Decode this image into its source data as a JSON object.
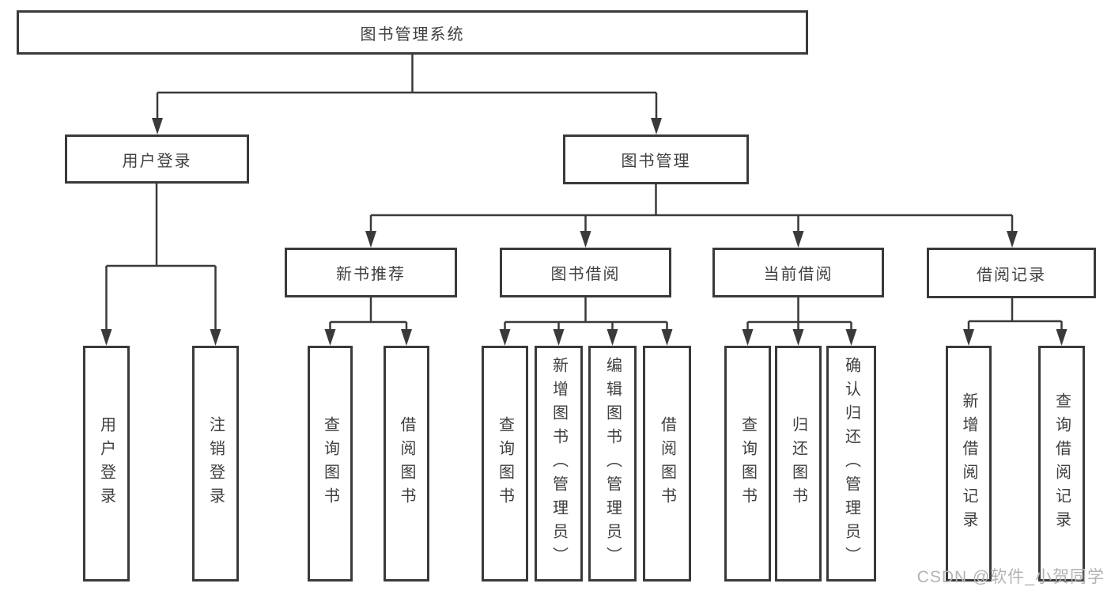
{
  "diagram": {
    "type": "hierarchy-tree",
    "colors": {
      "background": "#ffffff",
      "line": "#3a3a3a",
      "box_fill": "#ffffff",
      "text": "#3f3f3f"
    },
    "nodes": {
      "root": {
        "label": "图书管理系统",
        "level": 1
      },
      "user_login": {
        "label": "用户登录",
        "level": 2,
        "parent": "root"
      },
      "book_mgmt": {
        "label": "图书管理",
        "level": 2,
        "parent": "root"
      },
      "new_book": {
        "label": "新书推荐",
        "level": 3,
        "parent": "book_mgmt"
      },
      "borrow": {
        "label": "图书借阅",
        "level": 3,
        "parent": "book_mgmt"
      },
      "current": {
        "label": "当前借阅",
        "level": 3,
        "parent": "book_mgmt"
      },
      "record": {
        "label": "借阅记录",
        "level": 3,
        "parent": "book_mgmt"
      },
      "leaf_user_login": {
        "label": "用户登录",
        "level": 4,
        "parent": "user_login"
      },
      "leaf_logout": {
        "label": "注销登录",
        "level": 4,
        "parent": "user_login"
      },
      "leaf_nb_query": {
        "label": "查询图书",
        "level": 4,
        "parent": "new_book"
      },
      "leaf_nb_borrow": {
        "label": "借阅图书",
        "level": 4,
        "parent": "new_book"
      },
      "leaf_bb_query": {
        "label": "查询图书",
        "level": 4,
        "parent": "borrow"
      },
      "leaf_bb_add": {
        "label": "新增图书（管理员）",
        "level": 4,
        "parent": "borrow"
      },
      "leaf_bb_edit": {
        "label": "编辑图书（管理员）",
        "level": 4,
        "parent": "borrow"
      },
      "leaf_bb_borrow": {
        "label": "借阅图书",
        "level": 4,
        "parent": "borrow"
      },
      "leaf_cb_query": {
        "label": "查询图书",
        "level": 4,
        "parent": "current"
      },
      "leaf_cb_return": {
        "label": "归还图书",
        "level": 4,
        "parent": "current"
      },
      "leaf_cb_confirm": {
        "label": "确认归还（管理员）",
        "level": 4,
        "parent": "current"
      },
      "leaf_br_add": {
        "label": "新增借阅记录",
        "level": 4,
        "parent": "record"
      },
      "leaf_br_query": {
        "label": "查询借阅记录",
        "level": 4,
        "parent": "record"
      }
    }
  },
  "watermark": {
    "text": "CSDN @软件_小贺同学",
    "color": "#b3b3b6"
  }
}
